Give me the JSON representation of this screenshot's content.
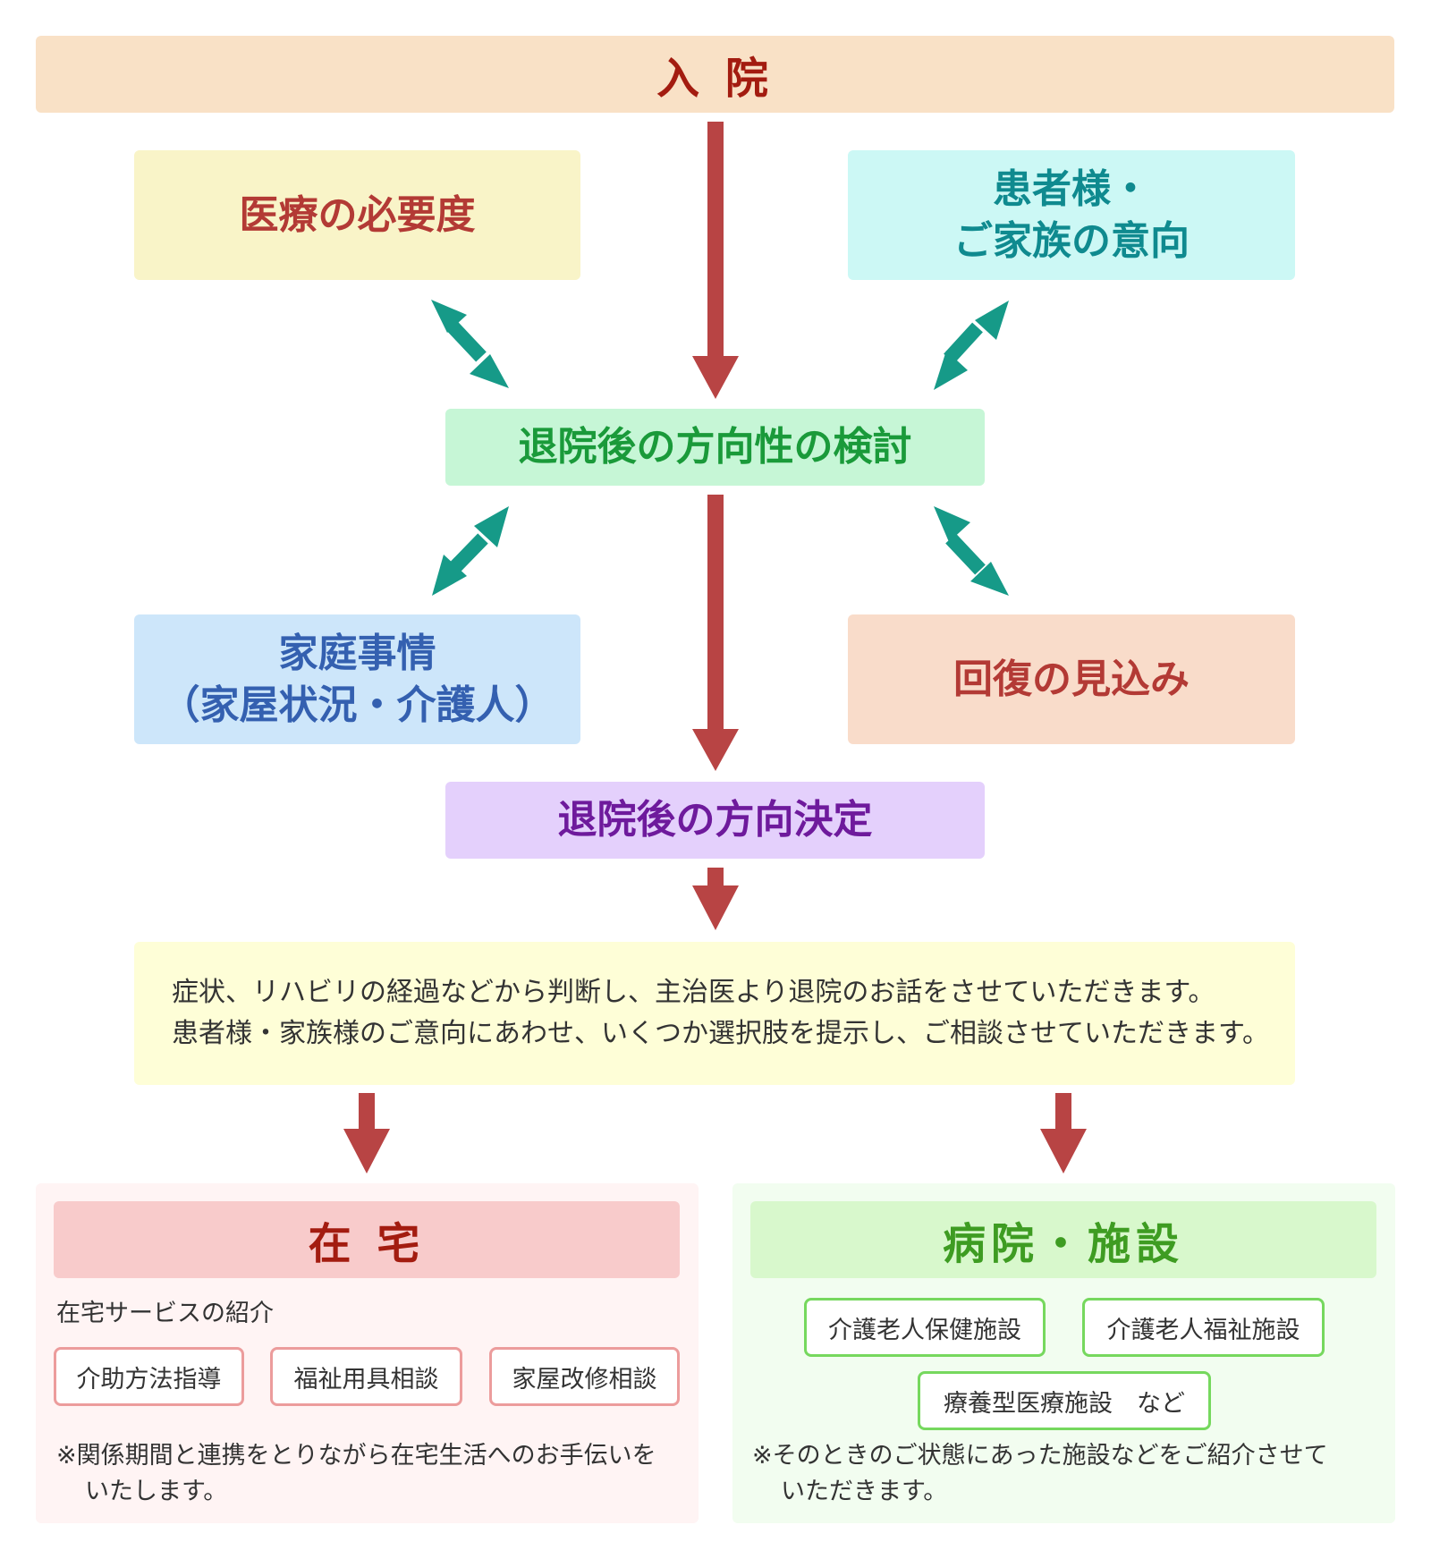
{
  "colors": {
    "arrow_red": "#b84444",
    "arrow_teal": "#169a88"
  },
  "admission": {
    "label": "入 院"
  },
  "factors": {
    "medical_need": {
      "label": "医療の必要度"
    },
    "patient_wish": {
      "line1": "患者様・",
      "line2": "ご家族の意向"
    },
    "family": {
      "line1": "家庭事情",
      "line2": "（家屋状況・介護人）"
    },
    "recovery": {
      "label": "回復の見込み"
    }
  },
  "review": {
    "label": "退院後の方向性の検討"
  },
  "decision": {
    "label": "退院後の方向決定"
  },
  "explanation": {
    "line1": "症状、リハビリの経過などから判断し、主治医より退院のお話をさせていただきます。",
    "line2": "患者様・家族様のご意向にあわせ、いくつか選択肢を提示し、ご相談させていただきます。"
  },
  "home": {
    "header": "在 宅",
    "intro": "在宅サービスの紹介",
    "tags": [
      "介助方法指導",
      "福祉用具相談",
      "家屋改修相談"
    ],
    "note_line1": "※関係期間と連携をとりながら在宅生活へのお手伝いを",
    "note_line2": "いたします。"
  },
  "facility": {
    "header": "病院・施設",
    "tags": [
      "介護老人保健施設",
      "介護老人福祉施設",
      "療養型医療施設　など"
    ],
    "note_line1": "※そのときのご状態にあった施設などをご紹介させて",
    "note_line2": "いただきます。"
  }
}
